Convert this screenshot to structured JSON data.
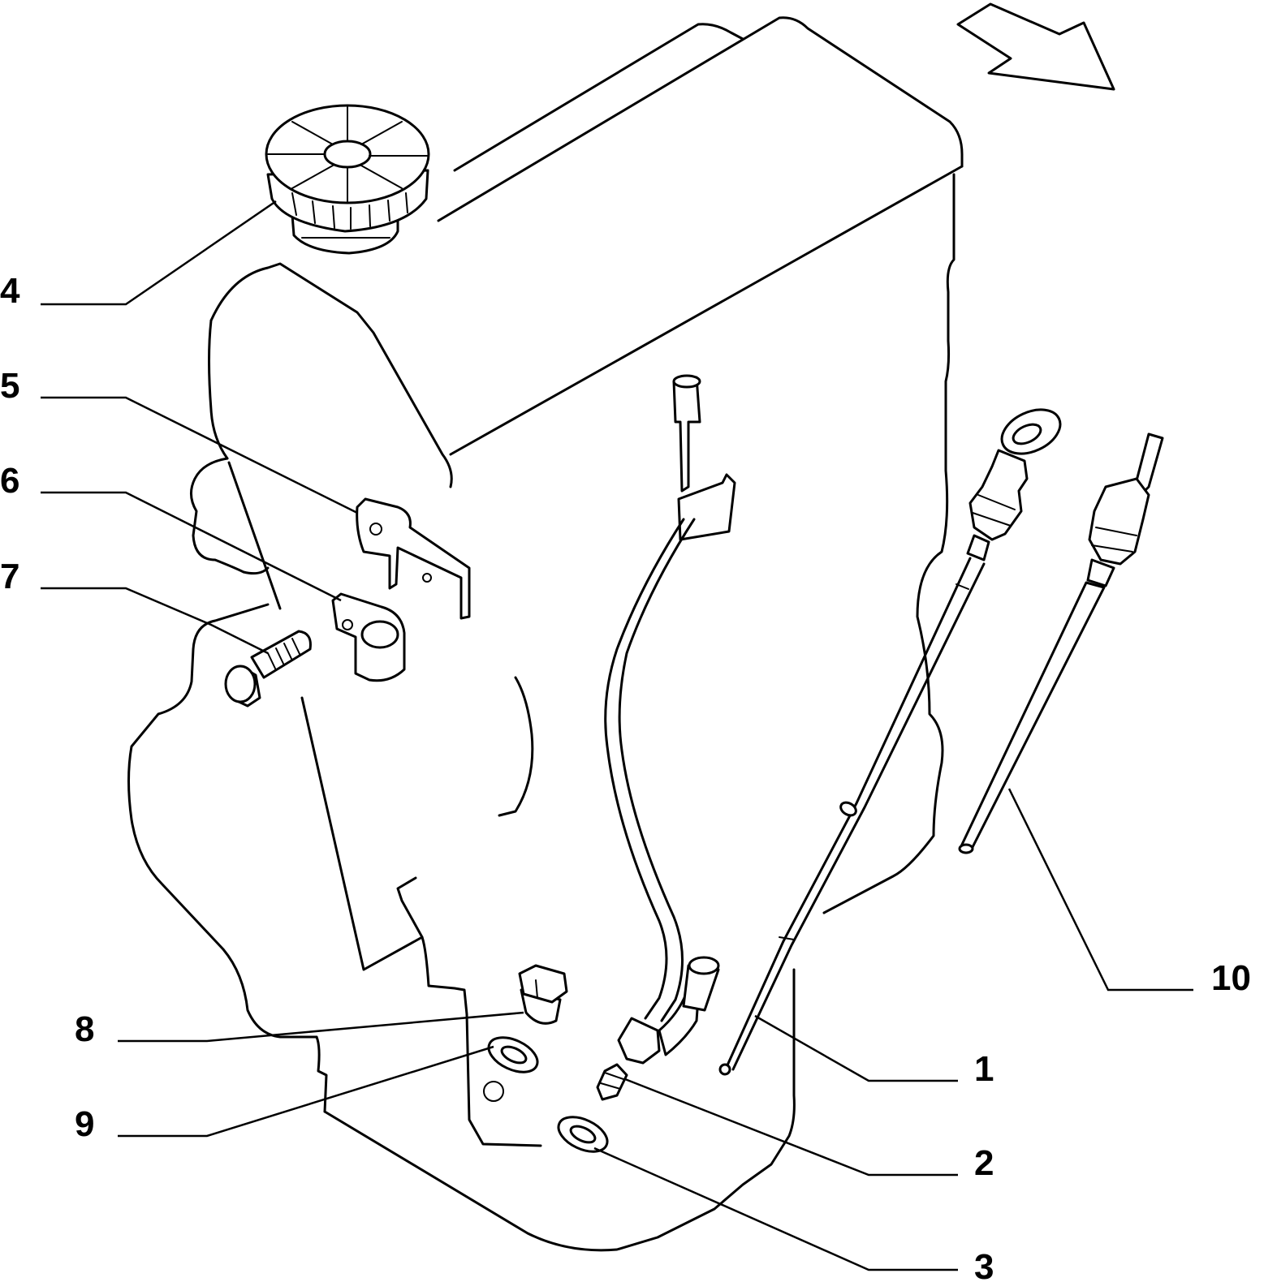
{
  "callouts": [
    {
      "id": "1",
      "text": "1"
    },
    {
      "id": "2",
      "text": "2"
    },
    {
      "id": "3",
      "text": "3"
    },
    {
      "id": "4",
      "text": "4"
    },
    {
      "id": "5",
      "text": "5"
    },
    {
      "id": "6",
      "text": "6"
    },
    {
      "id": "7",
      "text": "7"
    },
    {
      "id": "8",
      "text": "8"
    },
    {
      "id": "9",
      "text": "9"
    },
    {
      "id": "10",
      "text": "10"
    }
  ],
  "colors": {
    "line": "#000000",
    "background": "#ffffff"
  },
  "icons": {
    "direction": "direction-arrow-icon"
  }
}
